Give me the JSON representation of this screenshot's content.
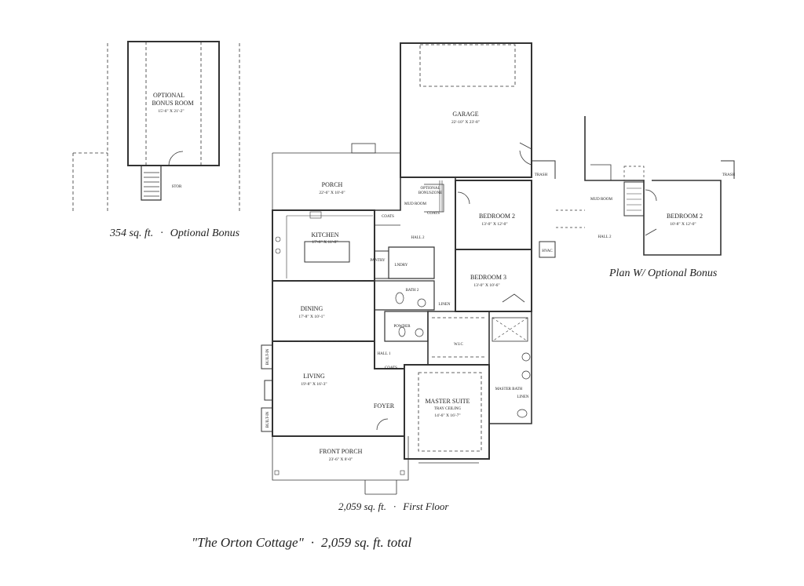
{
  "captions": {
    "bonus_area": "354 sq. ft.",
    "bonus_label": "Optional Bonus",
    "first_area": "2,059 sq. ft.",
    "first_label": "First Floor",
    "alt_plan": "Plan W/ Optional Bonus",
    "home_name": "\"The Orton Cottage\"",
    "total": "2,059 sq. ft. total",
    "separator": "·"
  },
  "bonus_plan": {
    "room_name_1": "OPTIONAL",
    "room_name_2": "BONUS ROOM",
    "room_dim": "15'-6\" X 21'-2\"",
    "stor": "STOR"
  },
  "rooms": {
    "garage": {
      "name": "GARAGE",
      "dim": "22'-10\" X 23'-8\""
    },
    "porch": {
      "name": "PORCH",
      "dim": "22'-6\" X 10'-0\""
    },
    "kitchen": {
      "name": "KITCHEN",
      "dim": "17'-8\" X 11'-8\""
    },
    "dining": {
      "name": "DINING",
      "dim": "17'-8\" X 10'-1\""
    },
    "living": {
      "name": "LIVING",
      "dim": "19'-8\" X 16'-3\""
    },
    "foyer": {
      "name": "FOYER"
    },
    "front_porch": {
      "name": "FRONT PORCH",
      "dim": "23'-6\" X 8'-0\""
    },
    "bedroom2": {
      "name": "BEDROOM 2",
      "dim": "13'-0\" X 12'-0\""
    },
    "bedroom3": {
      "name": "BEDROOM 3",
      "dim": "13'-0\" X 10'-6\""
    },
    "master": {
      "name": "MASTER SUITE",
      "sub": "TRAY CEILING",
      "dim": "14'-6\" X 16'-7\""
    }
  },
  "small_labels": {
    "trash": "TRASH",
    "hvac": "HVAC",
    "optional_bonus_stairs_1": "OPTIONAL",
    "optional_bonus_stairs_2": "BONUSZONE",
    "mud_room": "MUD ROOM",
    "coats": "COATS",
    "hall2": "HALL 2",
    "pantry": "PANTRY",
    "lndry": "LNDRY",
    "bath2": "BATH 2",
    "linen": "LINEN",
    "powder": "POWDER",
    "wic": "W.I.C",
    "hall1": "HALL 1",
    "master_bath": "MASTER BATH",
    "built_in": "BUILT-IN"
  },
  "alt_plan": {
    "trash": "TRASH",
    "mud_room": "MUD ROOM",
    "hall2": "HALL 2",
    "bedroom2": "BEDROOM 2",
    "bedroom2_dim": "10'-8\" X 12'-0\""
  }
}
